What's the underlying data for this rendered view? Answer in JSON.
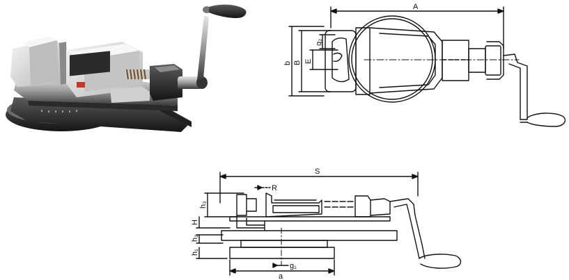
{
  "figure": {
    "top_view_labels": {
      "A": "A",
      "b": "b",
      "B": "B",
      "E": "E",
      "g2": "g₂"
    },
    "side_view_labels": {
      "S": "S",
      "R": "R",
      "h3": "h₃",
      "H": "H",
      "h2": "h₂",
      "h1": "h₁",
      "g1": "g₁",
      "a": "a"
    }
  }
}
